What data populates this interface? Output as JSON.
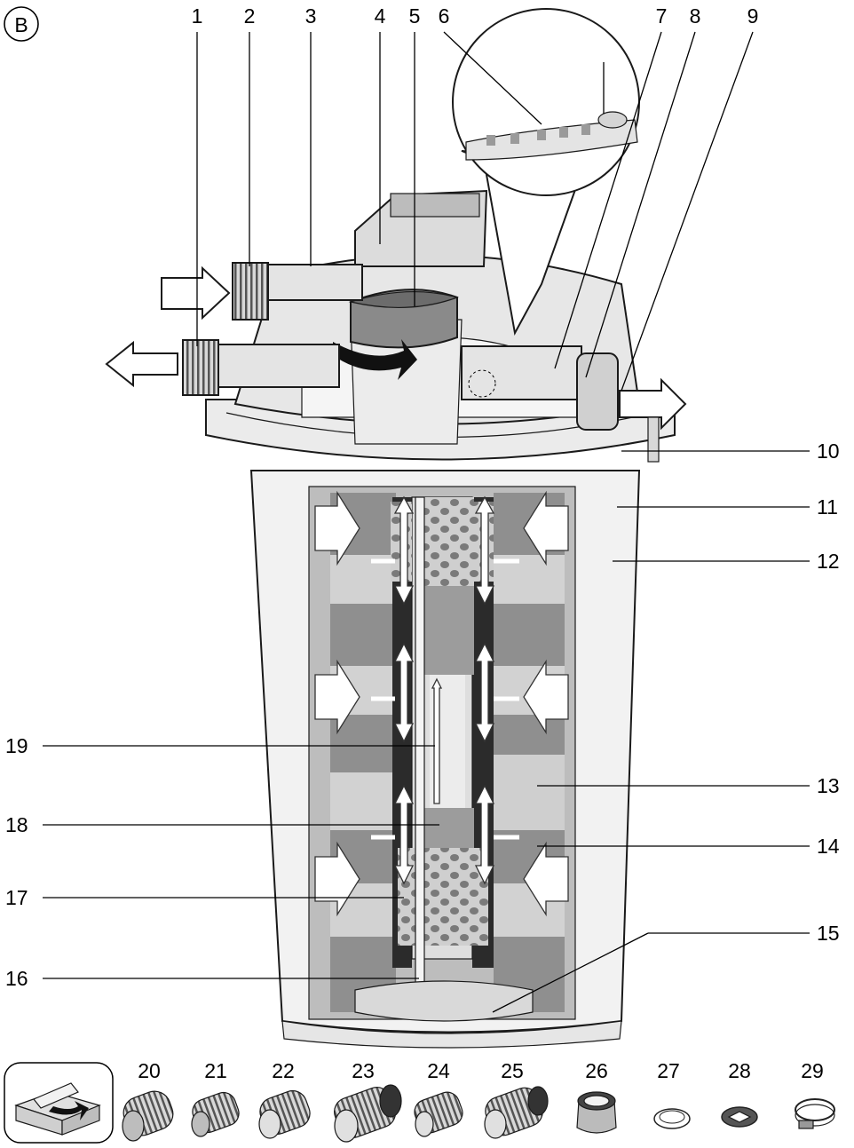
{
  "figure": {
    "badge_letter": "B",
    "top_callouts": [
      "1",
      "2",
      "3",
      "4",
      "5",
      "6",
      "7",
      "8",
      "9"
    ],
    "right_callouts": [
      "10",
      "11",
      "12",
      "13",
      "14",
      "15"
    ],
    "left_callouts": [
      "19",
      "18",
      "17",
      "16"
    ],
    "parts": [
      {
        "label": "20",
        "icon": "threaded-hose-nozzle-icon"
      },
      {
        "label": "21",
        "icon": "threaded-hose-nozzle-icon"
      },
      {
        "label": "22",
        "icon": "threaded-hose-nozzle-icon"
      },
      {
        "label": "23",
        "icon": "threaded-hose-nozzle-icon"
      },
      {
        "label": "24",
        "icon": "threaded-hose-nozzle-icon"
      },
      {
        "label": "25",
        "icon": "threaded-hose-nozzle-icon"
      },
      {
        "label": "26",
        "icon": "union-nut-icon"
      },
      {
        "label": "27",
        "icon": "flat-seal-ring-icon"
      },
      {
        "label": "28",
        "icon": "sealing-disc-icon"
      },
      {
        "label": "29",
        "icon": "hose-clamp-icon"
      }
    ],
    "packaging_icon": "open-box-icon"
  }
}
